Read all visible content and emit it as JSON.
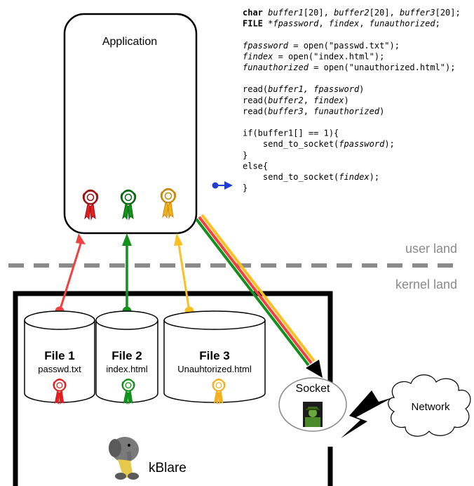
{
  "application": {
    "label": "Application"
  },
  "code": {
    "lines": [
      [
        {
          "t": "char",
          "s": "kw"
        },
        {
          "t": " "
        },
        {
          "t": "buffer1",
          "s": "it"
        },
        {
          "t": "[20], "
        },
        {
          "t": "buffer2",
          "s": "it"
        },
        {
          "t": "[20], "
        },
        {
          "t": "buffer3",
          "s": "it"
        },
        {
          "t": "[20];"
        }
      ],
      [
        {
          "t": "FILE",
          "s": "kw"
        },
        {
          "t": " *"
        },
        {
          "t": "fpassword",
          "s": "it"
        },
        {
          "t": ", "
        },
        {
          "t": "findex",
          "s": "it"
        },
        {
          "t": ", "
        },
        {
          "t": "funauthorized",
          "s": "it"
        },
        {
          "t": ";"
        }
      ],
      [],
      [
        {
          "t": "fpassword",
          "s": "it"
        },
        {
          "t": " = open(\"passwd.txt\");"
        }
      ],
      [
        {
          "t": "findex",
          "s": "it"
        },
        {
          "t": " = open(\"index.html\");"
        }
      ],
      [
        {
          "t": "funauthorized",
          "s": "it"
        },
        {
          "t": " = open(\"unauthorized.html\");"
        }
      ],
      [],
      [
        {
          "t": "read("
        },
        {
          "t": "buffer1, fpassword",
          "s": "it"
        },
        {
          "t": ")"
        }
      ],
      [
        {
          "t": "read("
        },
        {
          "t": "buffer2",
          "s": "it"
        },
        {
          "t": ", "
        },
        {
          "t": "findex",
          "s": "it"
        },
        {
          "t": ")"
        }
      ],
      [
        {
          "t": "read("
        },
        {
          "t": "buffer3",
          "s": "it"
        },
        {
          "t": ", "
        },
        {
          "t": "funauthorized",
          "s": "it"
        },
        {
          "t": ")"
        }
      ],
      [],
      [
        {
          "t": "if(buffer1[] == 1){"
        }
      ],
      [
        {
          "t": "    send_to_socket("
        },
        {
          "t": "fpassword",
          "s": "it"
        },
        {
          "t": ");"
        }
      ],
      [
        {
          "t": "}"
        }
      ],
      [
        {
          "t": "else{"
        }
      ],
      [
        {
          "t": "    send_to_socket("
        },
        {
          "t": "findex",
          "s": "it"
        },
        {
          "t": ");"
        }
      ],
      [
        {
          "t": "}"
        }
      ]
    ]
  },
  "zones": {
    "user": "user land",
    "kernel": "kernel land"
  },
  "files": [
    {
      "title": "File 1",
      "name": "passwd.txt",
      "color": "#e02020"
    },
    {
      "title": "File 2",
      "name": "index.html",
      "color": "#12921c"
    },
    {
      "title": "File 3",
      "name": "Unauhtorized.html",
      "color": "#f2b01c"
    }
  ],
  "flow_colors": {
    "red": "#f04040",
    "green": "#12921c",
    "yellow": "#f8c020",
    "pointer": "#1e3fd0"
  },
  "socket": {
    "label": "Socket"
  },
  "network": {
    "label": "Network"
  },
  "kernel": {
    "label": "kBlare"
  }
}
